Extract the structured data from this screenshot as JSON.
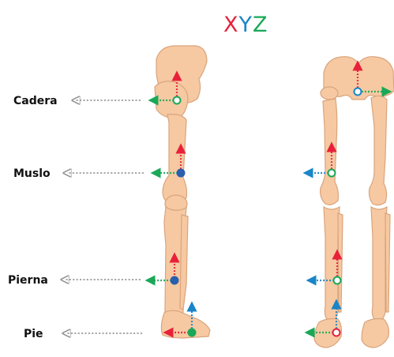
{
  "title": {
    "x": "X",
    "y": "Y",
    "z": "Z"
  },
  "colors": {
    "x": "#e8213a",
    "y": "#1a85c8",
    "z": "#1aa858",
    "bone": "#f6c9a2",
    "bone_edge": "#d9a47c",
    "pointer": "#8c8c8c",
    "label": "#111111"
  },
  "labels": [
    {
      "name": "cadera",
      "text": "Cadera"
    },
    {
      "name": "muslo",
      "text": "Muslo"
    },
    {
      "name": "pierna",
      "text": "Pierna"
    },
    {
      "name": "pie",
      "text": "Pie"
    }
  ]
}
